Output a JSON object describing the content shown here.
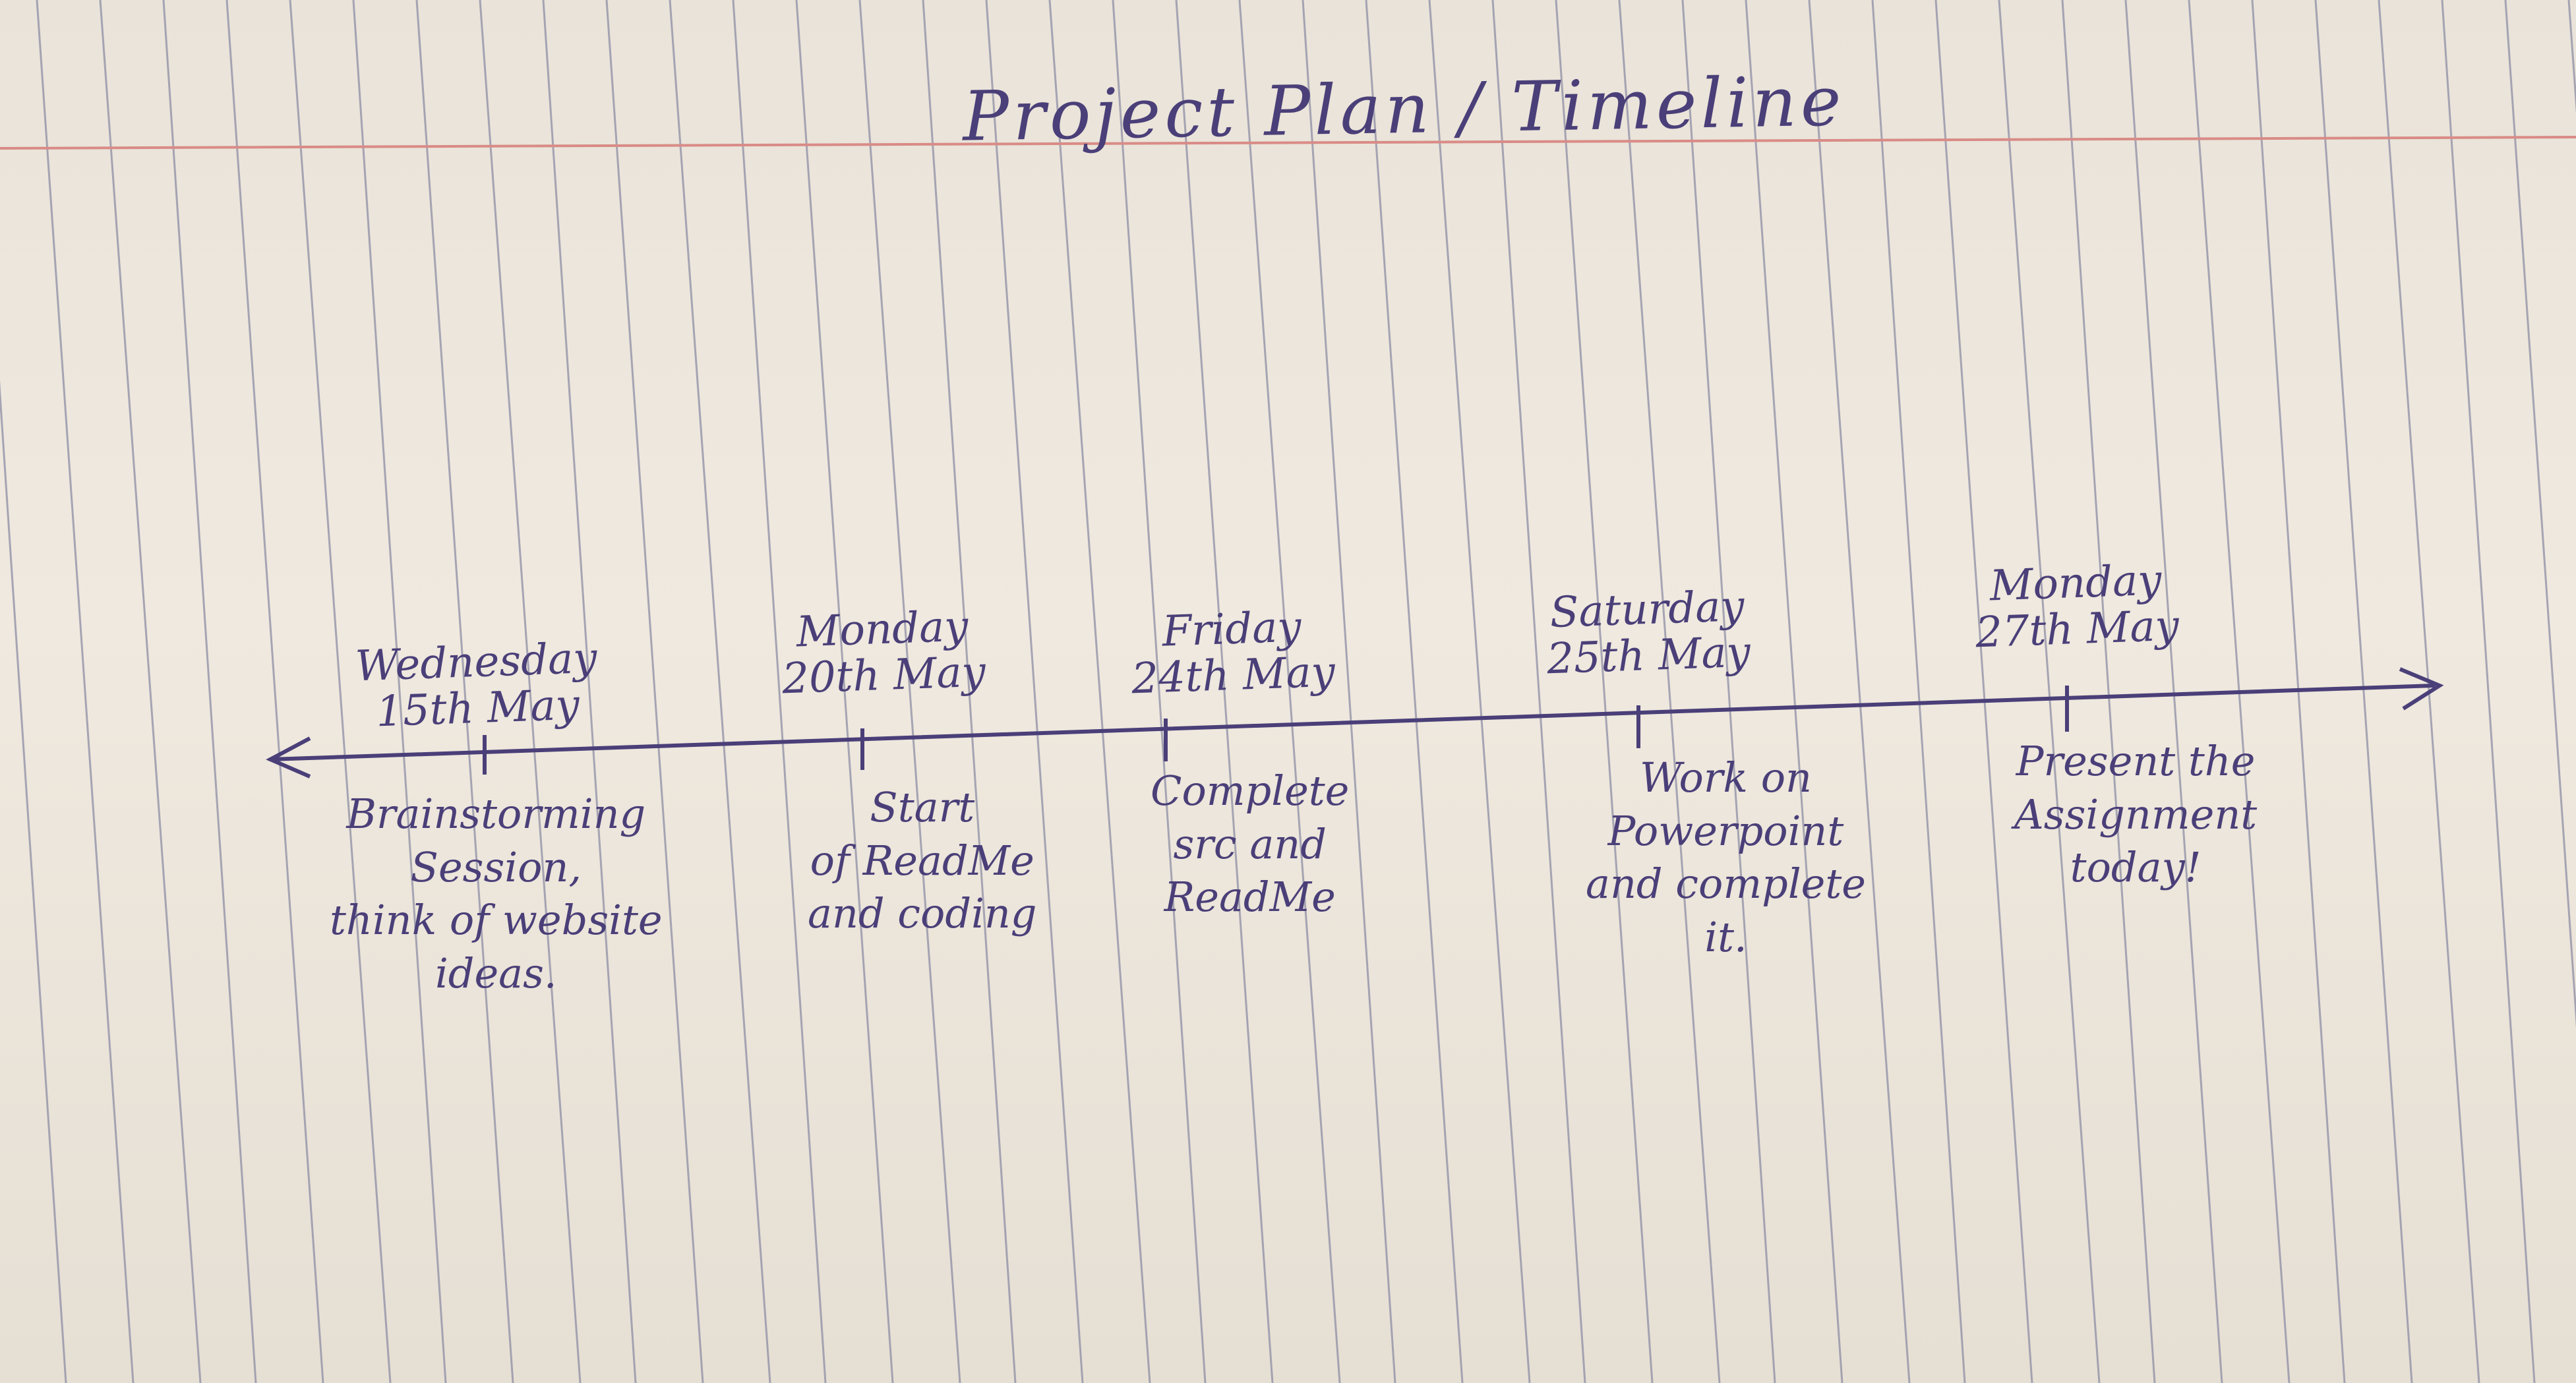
{
  "title": "Project Plan / Timeline",
  "colors": {
    "ink": "#4a3f78",
    "paper": "#ebe5dc",
    "rule_line": "#8e8ea5",
    "margin_line": "#d98b86"
  },
  "events": [
    {
      "date_line1": "Wednesday",
      "date_line2": "15th May",
      "note_lines": [
        "Brainstorming",
        "Session,",
        "think of website",
        "ideas."
      ]
    },
    {
      "date_line1": "Monday",
      "date_line2": "20th May",
      "note_lines": [
        "Start",
        "of ReadMe",
        "and coding"
      ]
    },
    {
      "date_line1": "Friday",
      "date_line2": "24th May",
      "note_lines": [
        "Complete",
        "src and",
        "ReadMe"
      ]
    },
    {
      "date_line1": "Saturday",
      "date_line2": "25th May",
      "note_lines": [
        "Work on",
        "Powerpoint",
        "and complete",
        "it."
      ]
    },
    {
      "date_line1": "Monday",
      "date_line2": "27th May",
      "note_lines": [
        "Present the",
        "Assignment",
        "today!"
      ]
    }
  ]
}
